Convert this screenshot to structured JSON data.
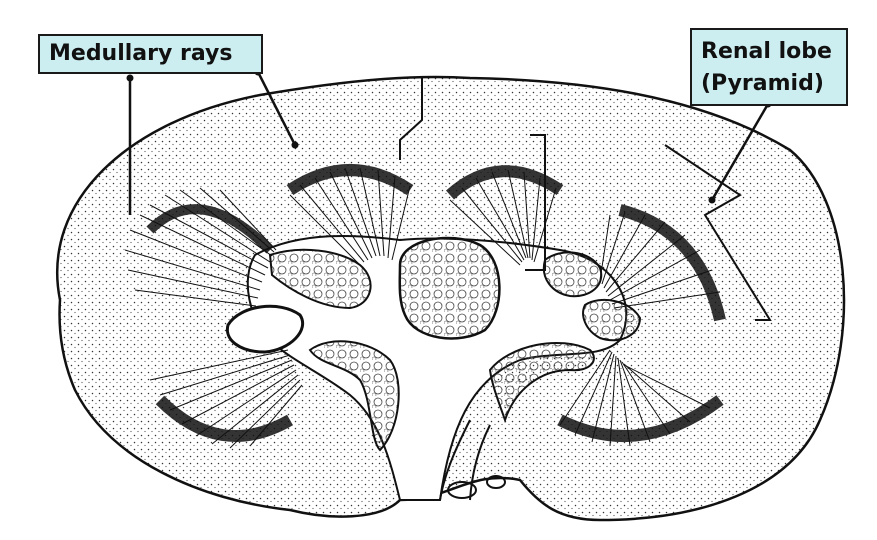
{
  "labels": {
    "medullary_rays": "Medullary rays",
    "renal_lobe_line1": "Renal lobe",
    "renal_lobe_line2": "(Pyramid)"
  },
  "colors": {
    "label_fill": "#cdeef1",
    "ink": "#111111",
    "paper": "#ffffff"
  }
}
